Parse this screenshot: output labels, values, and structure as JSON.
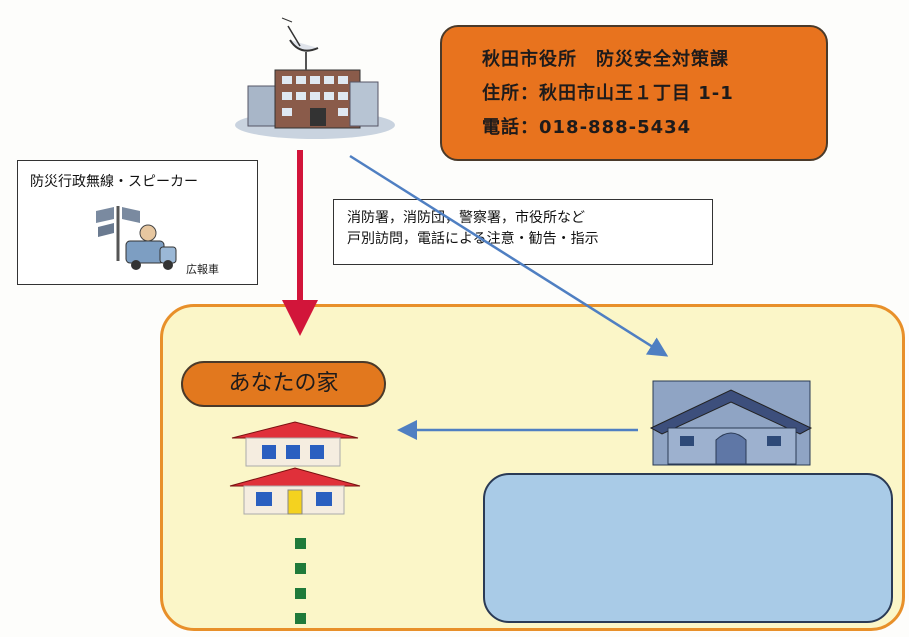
{
  "office": {
    "line1": "秋田市役所　防災安全対策課",
    "line2": "住所：秋田市山王１丁目 1-1",
    "line3": "電話：018-888-5434"
  },
  "speaker": {
    "label": "防災行政無線・スピーカー",
    "vehicle_tag": "広報車"
  },
  "note": {
    "line1": "消防署，消防団，警察署，市役所など",
    "line2": "戸別訪問，電話による注意・勧告・指示"
  },
  "home": {
    "label": "あなたの家"
  },
  "colors": {
    "office_box": "#e8731e",
    "home_area_fill": "#fbf6c8",
    "home_area_border": "#e8902a",
    "red_arrow": "#d2153a",
    "blue_arrow": "#4f7fc2",
    "panel_blue": "#a9cbe7",
    "dotted_green": "#1f7a3a"
  },
  "icons": {
    "office": "city-hall-building-icon",
    "speaker": "speaker-truck-icon",
    "neighbor": "neighbor-house-icon",
    "home": "home-house-icon"
  }
}
